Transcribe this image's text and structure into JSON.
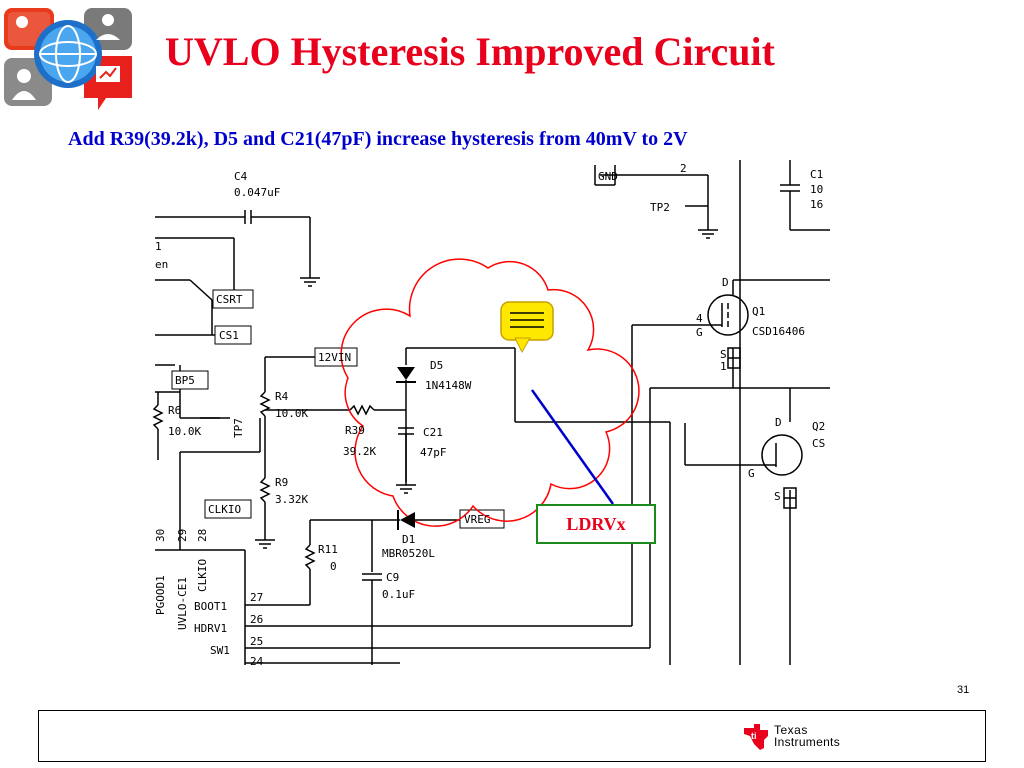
{
  "header": {
    "title": "UVLO Hysteresis Improved Circuit",
    "subtitle": "Add R39(39.2k), D5 and C21(47pF) increase hysteresis from 40mV to 2V"
  },
  "logo": {
    "icon": "globe-people-icon"
  },
  "schematic": {
    "labels": {
      "c4": "C4",
      "c4_val": "0.047uF",
      "gnd": "GND",
      "tp2": "TP2",
      "p2": "2",
      "c1": "C1",
      "c1_v1": "10",
      "c1_v2": "16",
      "u1_1": "1",
      "u1_en": "en",
      "csrt": "CSRT",
      "cs1": "CS1",
      "bp5": "BP5",
      "r6": "R6",
      "r6_val": "10.0K",
      "tp7": "TP7",
      "r4": "R4",
      "r4_val": "10.0K",
      "v12": "12VIN",
      "d5": "D5",
      "d5_val": "1N4148W",
      "r39": "R39",
      "r39_val": "39.2K",
      "c21": "C21",
      "c21_val": "47pF",
      "r9": "R9",
      "r9_val": "3.32K",
      "clkio": "CLKIO",
      "vreg": "VREG",
      "d1": "D1",
      "d1_val": "MBR0520L",
      "r11": "R11",
      "r11_val": "0",
      "c9": "C9",
      "c9_val": "0.1uF",
      "pgood1": "PGOOD1",
      "uvlo": "UVLO-CE1",
      "clkio2": "CLKIO",
      "n30": "30",
      "n29": "29",
      "n28": "28",
      "boot1": "BOOT1",
      "hdrv1": "HDRV1",
      "sw1": "SW1",
      "n27": "27",
      "n26": "26",
      "n25": "25",
      "n24": "24",
      "q1": "Q1",
      "q1_val": "CSD16406",
      "d": "D",
      "g4": "4",
      "g5": "G",
      "s": "S",
      "s1": "1",
      "q2": "Q2",
      "q2_c": "CS",
      "d2": "D",
      "g2": "G",
      "s2": "S"
    }
  },
  "callout": {
    "label": "LDRVx",
    "border_color": "#1a8a1a",
    "text_color": "#e8001c",
    "arrow_color": "#0000cc"
  },
  "cloud": {
    "color": "#ff0000"
  },
  "page_number": "31",
  "footer": {
    "brand_line1": "Texas",
    "brand_line2": "Instruments"
  }
}
